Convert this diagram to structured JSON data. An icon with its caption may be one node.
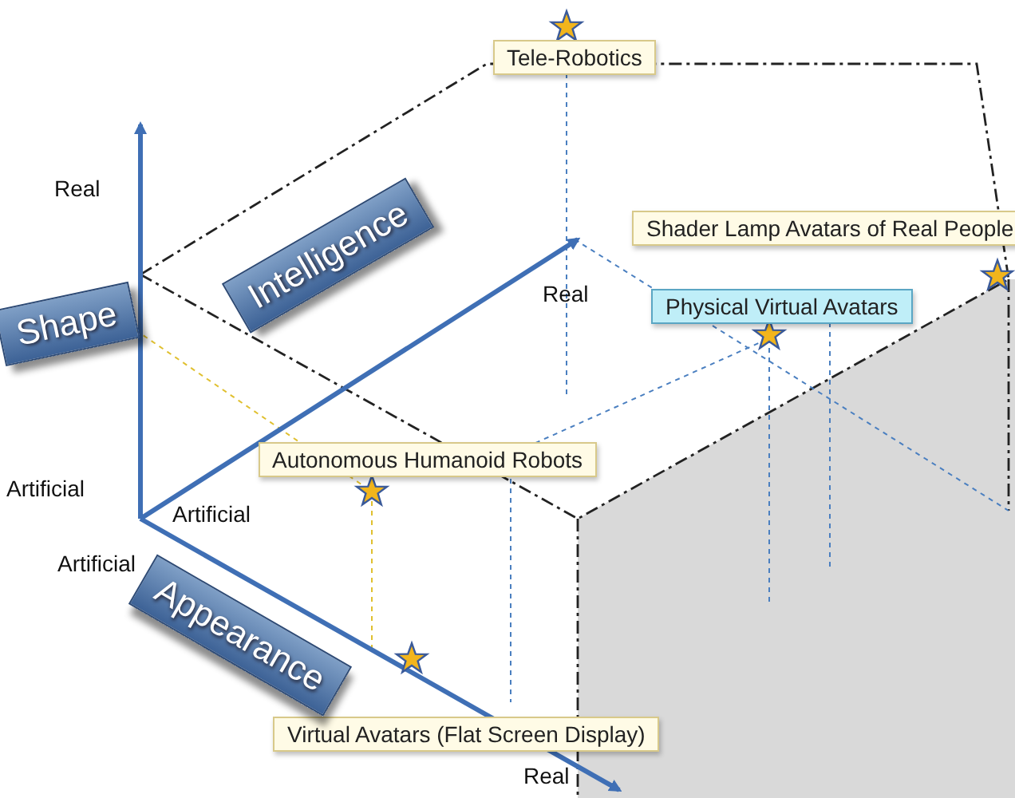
{
  "diagram": {
    "nodes": [
      {
        "text": [
          "Tele-Robotics"
        ]
      },
      {
        "text": [
          "Shader Lamp Avatars of Real People"
        ]
      },
      {
        "text": [
          "Intelligence"
        ]
      },
      {
        "text": [
          "Physical Virtual Avatars"
        ]
      },
      {
        "text": [
          "Shape"
        ]
      },
      {
        "text": [
          "Autonomous Humanoid Robots"
        ]
      },
      {
        "text": [
          "Virtual Avatars (Flat Screen Display)"
        ]
      },
      {
        "text": [
          "Appearance"
        ]
      }
    ],
    "labels": [
      "Real",
      "Real",
      "Artificial",
      "Artificial",
      "Artificial",
      "Real"
    ]
  }
}
